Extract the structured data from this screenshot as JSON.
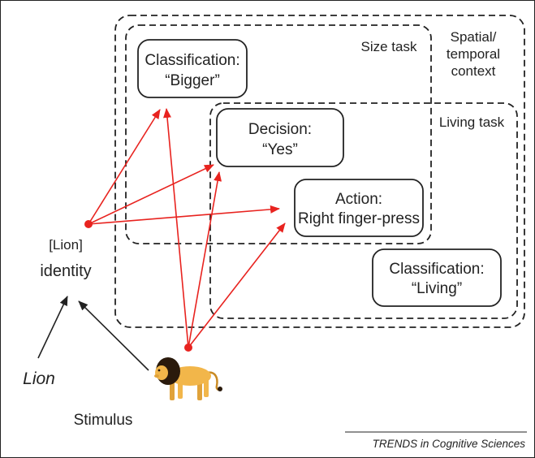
{
  "contexts": {
    "spatial_temporal": [
      "Spatial/",
      "temporal",
      "context"
    ],
    "size_task": "Size task",
    "living_task": "Living task"
  },
  "boxes": {
    "classification_bigger": [
      "Classification:",
      "“Bigger”"
    ],
    "decision_yes": [
      "Decision:",
      "“Yes”"
    ],
    "action_press": [
      "Action:",
      "Right finger-press"
    ],
    "classification_living": [
      "Classification:",
      "“Living”"
    ]
  },
  "left_labels": {
    "identity_tag": "[Lion]",
    "identity": "identity",
    "word": "Lion",
    "stimulus": "Stimulus"
  },
  "credit": "TRENDS in Cognitive Sciences",
  "colors": {
    "arrow_red": "#e8231f",
    "arrow_black": "#222222",
    "box_stroke": "#222222",
    "lion_body": "#f2b64a",
    "lion_mane": "#2a1a0c"
  },
  "icons": {
    "stimulus": "lion-icon"
  }
}
